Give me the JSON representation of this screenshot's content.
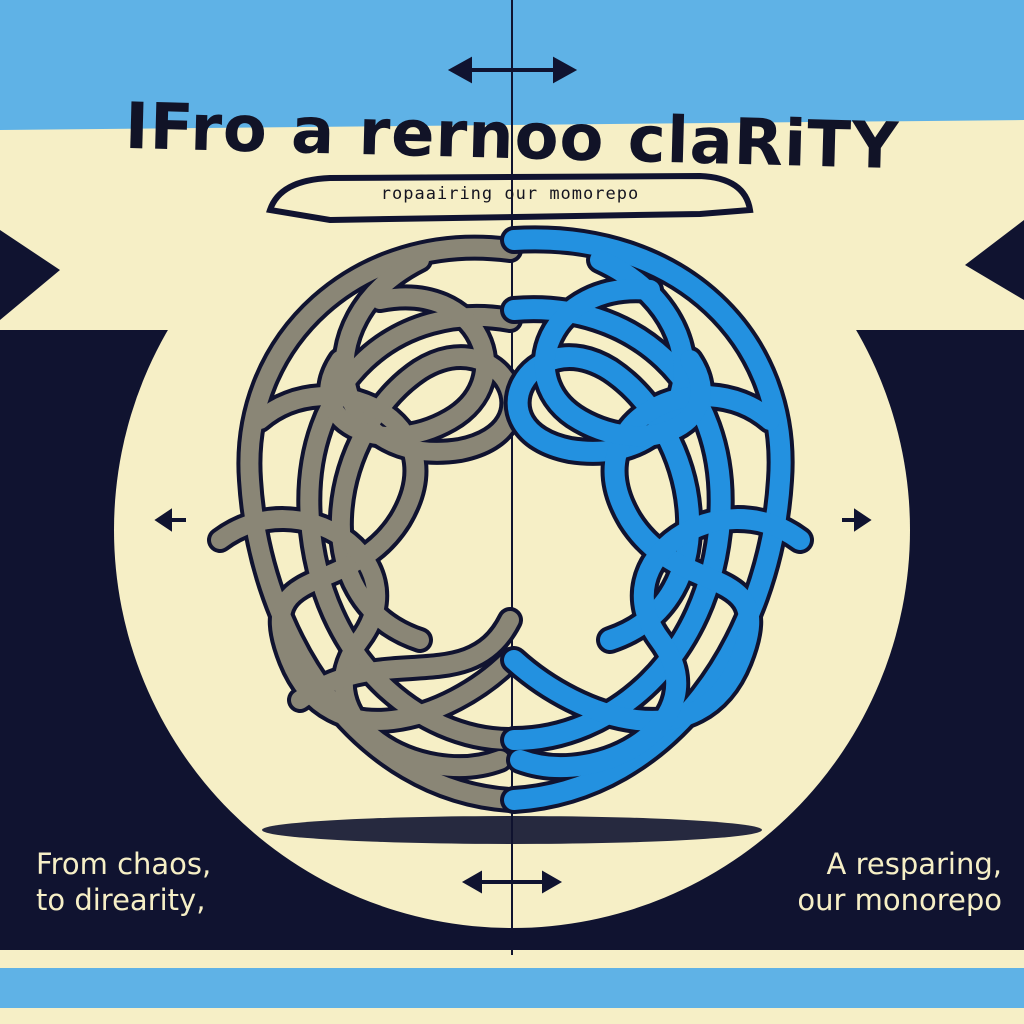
{
  "poster": {
    "headline": "IFro a rernoo claRiTY",
    "subheadline": "ropaairing our momorepo",
    "caption_left": [
      "From chaos,",
      "to direarity,"
    ],
    "caption_right": [
      "A resparing,",
      "our monorepo"
    ]
  },
  "colors": {
    "background_cream": "#f6efc6",
    "sky_blue": "#5fb2e6",
    "navy": "#101330",
    "gray_tangle": "#8a8676",
    "blue_tangle": "#2391e0"
  },
  "icons": [
    "double-arrow-icon",
    "left-arrow-icon",
    "right-arrow-icon",
    "tangle-illustration"
  ]
}
